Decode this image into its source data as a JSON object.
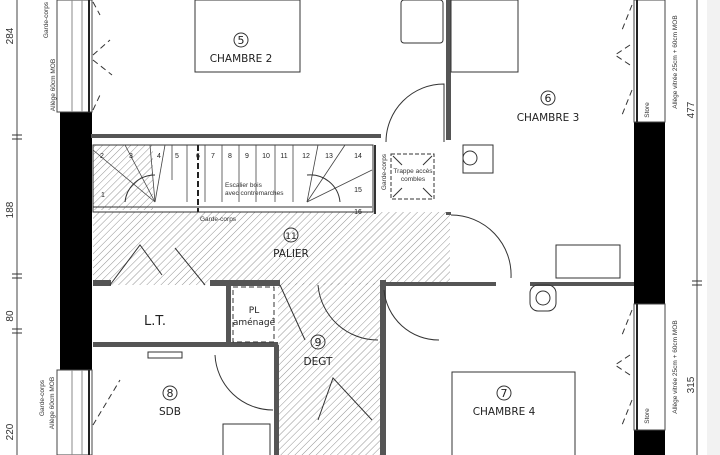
{
  "rooms": {
    "chambre2": {
      "num": "5",
      "label": "CHAMBRE 2"
    },
    "chambre3": {
      "num": "6",
      "label": "CHAMBRE 3"
    },
    "chambre4": {
      "num": "7",
      "label": "CHAMBRE 4"
    },
    "sdb": {
      "num": "8",
      "label": "SDB"
    },
    "degt": {
      "num": "9",
      "label": "DEGT"
    },
    "palier": {
      "num": "11",
      "label": "PALIER"
    },
    "lt": {
      "label": "L.T."
    },
    "pl": {
      "line1": "PL",
      "line2": "aménagé"
    }
  },
  "stair": {
    "steps": [
      "1",
      "2",
      "3",
      "4",
      "5",
      "6",
      "7",
      "8",
      "9",
      "10",
      "11",
      "12",
      "13",
      "14",
      "15",
      "16"
    ],
    "note1": "Escalier bois",
    "note2": "avec contremarches",
    "guard_bottom": "Garde-corps",
    "guard_side": "Garde-corps"
  },
  "trappe": {
    "line1": "Trappe accès",
    "line2": "combles"
  },
  "windows": {
    "left_guard": "Garde-corps",
    "left_allege": "Allège 60cm MOB",
    "right_allege": "Allège vitrée 25cm + 60cm MOB",
    "right_store": "Store"
  },
  "dimensions": {
    "left": [
      "284",
      "188",
      "80",
      "220"
    ],
    "right": [
      "477",
      "315"
    ]
  }
}
